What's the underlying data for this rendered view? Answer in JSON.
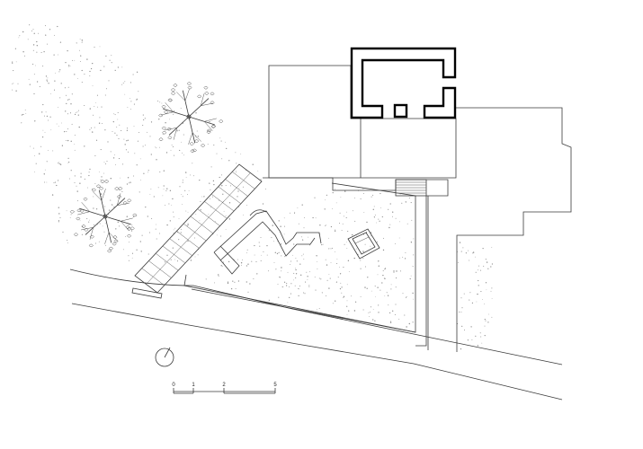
{
  "scale_bar": {
    "labels": [
      "0",
      "1",
      "2",
      "5"
    ]
  },
  "north_arrow": {
    "icon": "north-arrow-icon"
  },
  "trees": [
    {
      "icon": "tree-icon"
    },
    {
      "icon": "tree-icon"
    }
  ],
  "colors": {
    "line": "#3a3a3a",
    "wall": "#000000",
    "stipple": "#8a8a8a",
    "background": "#ffffff"
  }
}
